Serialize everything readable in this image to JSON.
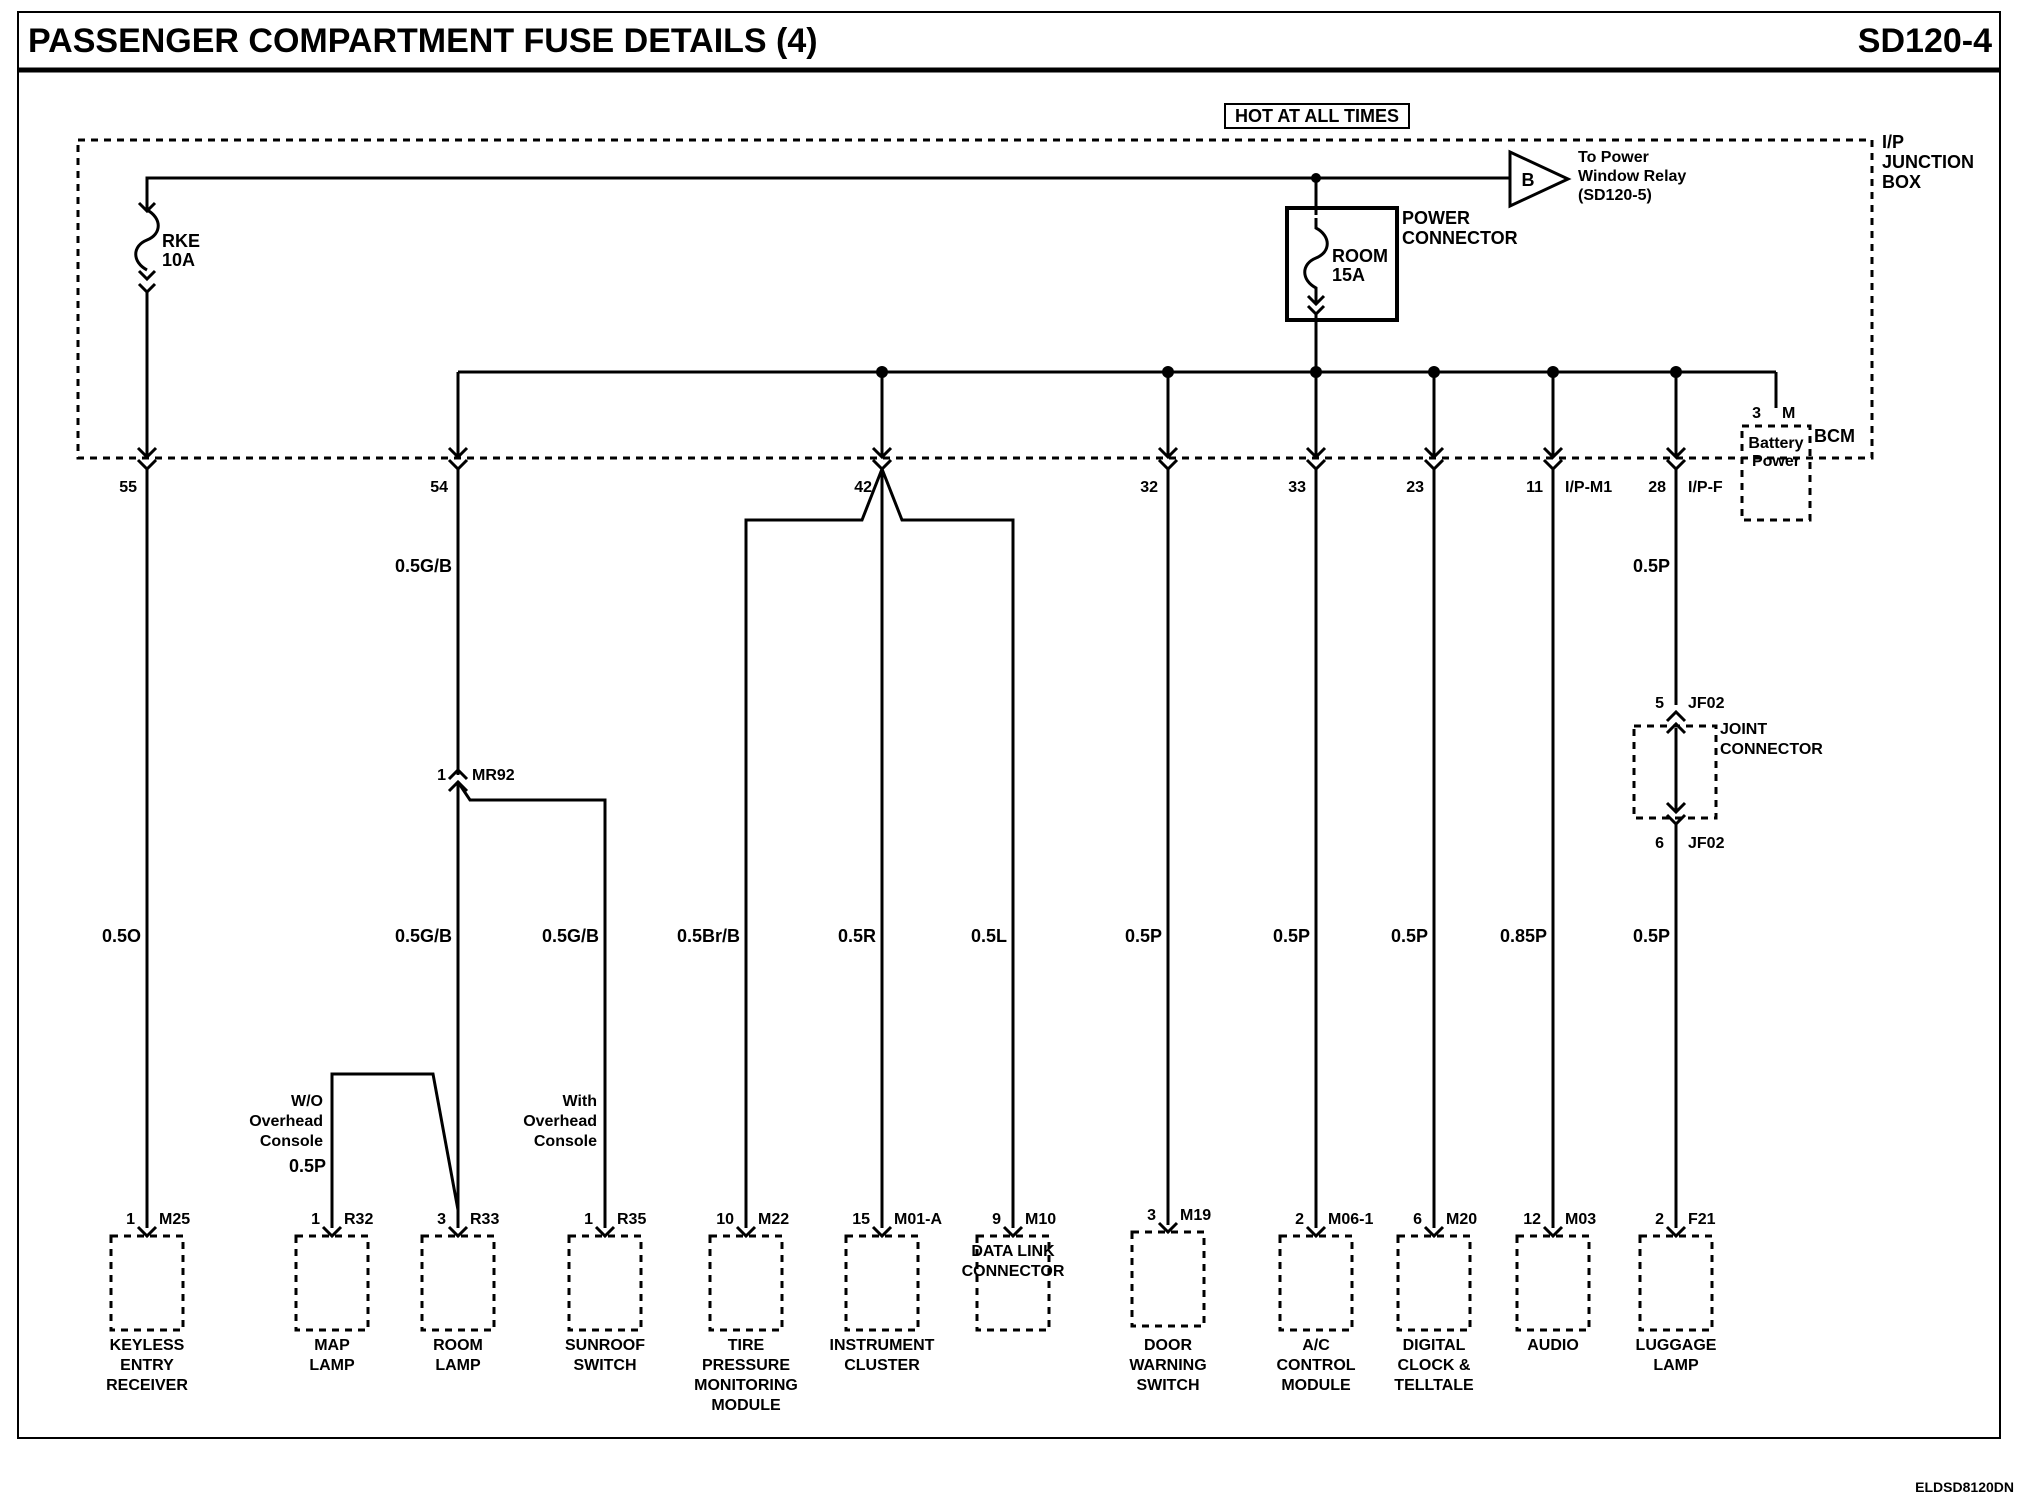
{
  "header": {
    "title": "PASSENGER COMPARTMENT FUSE DETAILS (4)",
    "code": "SD120-4"
  },
  "footer": {
    "code": "ELDSD8120DN"
  },
  "hot_label": "HOT AT ALL TIMES",
  "junction_box": {
    "line1": "I/P",
    "line2": "JUNCTION",
    "line3": "BOX"
  },
  "fuse_rke": {
    "name": "RKE",
    "rating": "10A"
  },
  "fuse_room": {
    "name": "ROOM",
    "rating": "15A"
  },
  "power_connector": {
    "line1": "POWER",
    "line2": "CONNECTOR"
  },
  "ref_b": {
    "letter": "B",
    "line1": "To Power",
    "line2": "Window Relay",
    "line3": "(SD120-5)"
  },
  "bcm": {
    "pin": "3",
    "conn": "M",
    "name": "BCM",
    "line1": "Battery",
    "line2": "Power"
  },
  "pins": [
    {
      "id": "p55",
      "num": "55",
      "conn": ""
    },
    {
      "id": "p54",
      "num": "54",
      "conn": ""
    },
    {
      "id": "p42",
      "num": "42",
      "conn": ""
    },
    {
      "id": "p32",
      "num": "32",
      "conn": ""
    },
    {
      "id": "p33",
      "num": "33",
      "conn": ""
    },
    {
      "id": "p23",
      "num": "23",
      "conn": ""
    },
    {
      "id": "p11",
      "num": "11",
      "conn": "I/P-M1"
    },
    {
      "id": "p28",
      "num": "28",
      "conn": "I/P-F"
    }
  ],
  "mr92": {
    "pin": "1",
    "name": "MR92"
  },
  "jf02": {
    "top_pin": "5",
    "bottom_pin": "6",
    "name": "JF02",
    "line1": "JOINT",
    "line2": "CONNECTOR"
  },
  "wires": [
    {
      "id": "w54",
      "label": "0.5G/B"
    },
    {
      "id": "w28",
      "label": "0.5P"
    },
    {
      "id": "w_keyless",
      "label": "0.5O"
    },
    {
      "id": "w_room",
      "label": "0.5G/B"
    },
    {
      "id": "w_sunroof",
      "label": "0.5G/B"
    },
    {
      "id": "w_tpm",
      "label": "0.5Br/B"
    },
    {
      "id": "w_ic",
      "label": "0.5R"
    },
    {
      "id": "w_dlc",
      "label": "0.5L"
    },
    {
      "id": "w_door",
      "label": "0.5P"
    },
    {
      "id": "w_ac",
      "label": "0.5P"
    },
    {
      "id": "w_clock",
      "label": "0.5P"
    },
    {
      "id": "w_audio",
      "label": "0.85P"
    },
    {
      "id": "w_luggage",
      "label": "0.5P"
    },
    {
      "id": "w_map",
      "label": "0.5P"
    }
  ],
  "options": {
    "wo": {
      "line1": "W/O",
      "line2": "Overhead",
      "line3": "Console"
    },
    "with": {
      "line1": "With",
      "line2": "Overhead",
      "line3": "Console"
    }
  },
  "components": [
    {
      "id": "keyless",
      "pin": "1",
      "conn": "M25",
      "lines": [
        "KEYLESS",
        "ENTRY",
        "RECEIVER"
      ]
    },
    {
      "id": "map",
      "pin": "1",
      "conn": "R32",
      "lines": [
        "MAP",
        "LAMP"
      ]
    },
    {
      "id": "room",
      "pin": "3",
      "conn": "R33",
      "lines": [
        "ROOM",
        "LAMP"
      ]
    },
    {
      "id": "sunroof",
      "pin": "1",
      "conn": "R35",
      "lines": [
        "SUNROOF",
        "SWITCH"
      ]
    },
    {
      "id": "tpm",
      "pin": "10",
      "conn": "M22",
      "lines": [
        "TIRE",
        "PRESSURE",
        "MONITORING",
        "MODULE"
      ]
    },
    {
      "id": "ic",
      "pin": "15",
      "conn": "M01-A",
      "lines": [
        "INSTRUMENT",
        "CLUSTER"
      ]
    },
    {
      "id": "dlc",
      "pin": "9",
      "conn": "M10",
      "lines": [
        "DATA LINK",
        "CONNECTOR"
      ]
    },
    {
      "id": "door",
      "pin": "3",
      "conn": "M19",
      "lines": [
        "DOOR",
        "WARNING",
        "SWITCH"
      ]
    },
    {
      "id": "ac",
      "pin": "2",
      "conn": "M06-1",
      "lines": [
        "A/C",
        "CONTROL",
        "MODULE"
      ]
    },
    {
      "id": "clock",
      "pin": "6",
      "conn": "M20",
      "lines": [
        "DIGITAL",
        "CLOCK &",
        "TELLTALE"
      ]
    },
    {
      "id": "audio",
      "pin": "12",
      "conn": "M03",
      "lines": [
        "AUDIO"
      ]
    },
    {
      "id": "luggage",
      "pin": "2",
      "conn": "F21",
      "lines": [
        "LUGGAGE",
        "LAMP"
      ]
    }
  ]
}
